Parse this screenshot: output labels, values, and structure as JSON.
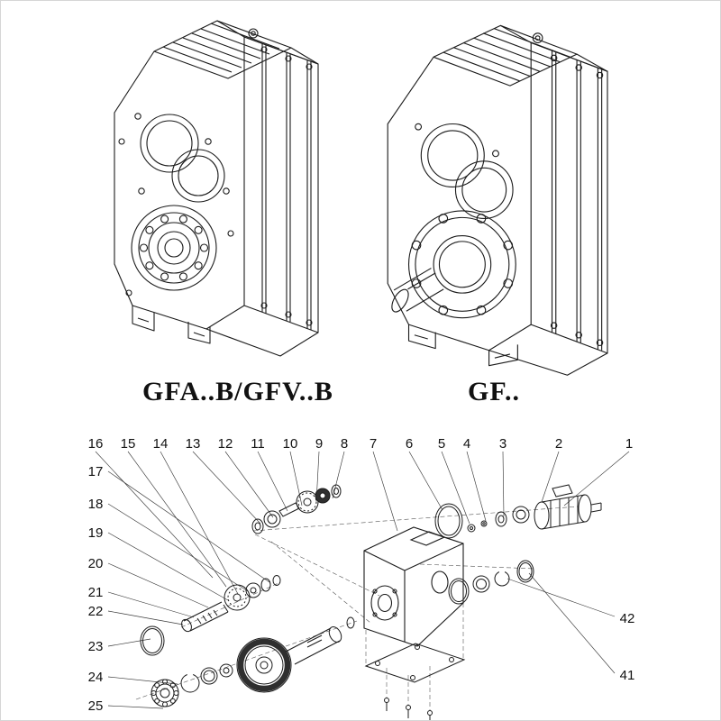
{
  "page": {
    "background": "#ffffff",
    "line_color": "#1b1b1b",
    "leader_line_color": "#3a3a3a"
  },
  "products": [
    {
      "label": "GFA..B/GFV..B",
      "drawing_icon": "gear-reducer-flange-version-drawing"
    },
    {
      "label": "GF..",
      "drawing_icon": "gear-reducer-shaft-version-drawing"
    }
  ],
  "exploded_view": {
    "top_labels": [
      "16",
      "15",
      "14",
      "13",
      "12",
      "11",
      "10",
      "9",
      "8",
      "7",
      "6",
      "5",
      "4",
      "3",
      "2",
      "1"
    ],
    "left_labels": [
      "17",
      "18",
      "19",
      "20",
      "21",
      "22",
      "23",
      "24",
      "25"
    ],
    "right_labels": [
      "42",
      "41"
    ]
  }
}
